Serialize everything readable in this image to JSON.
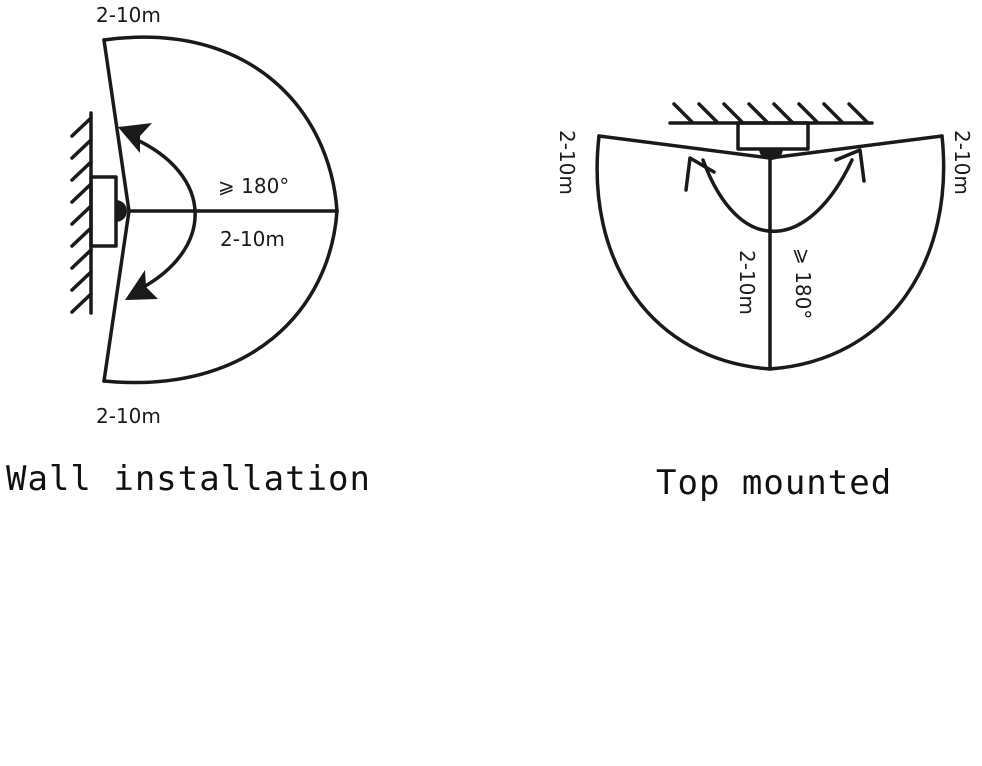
{
  "wall": {
    "caption": "Wall installation",
    "range_top": "2-10m",
    "range_bottom": "2-10m",
    "range_center": "2-10m",
    "angle": "⩾ 180°"
  },
  "top": {
    "caption": "Top mounted",
    "range_left": "2-10m",
    "range_right": "2-10m",
    "range_center": "2-10m",
    "angle": "⩾ 180°"
  },
  "colors": {
    "line": "#1a1a1a",
    "background": "#ffffff"
  }
}
